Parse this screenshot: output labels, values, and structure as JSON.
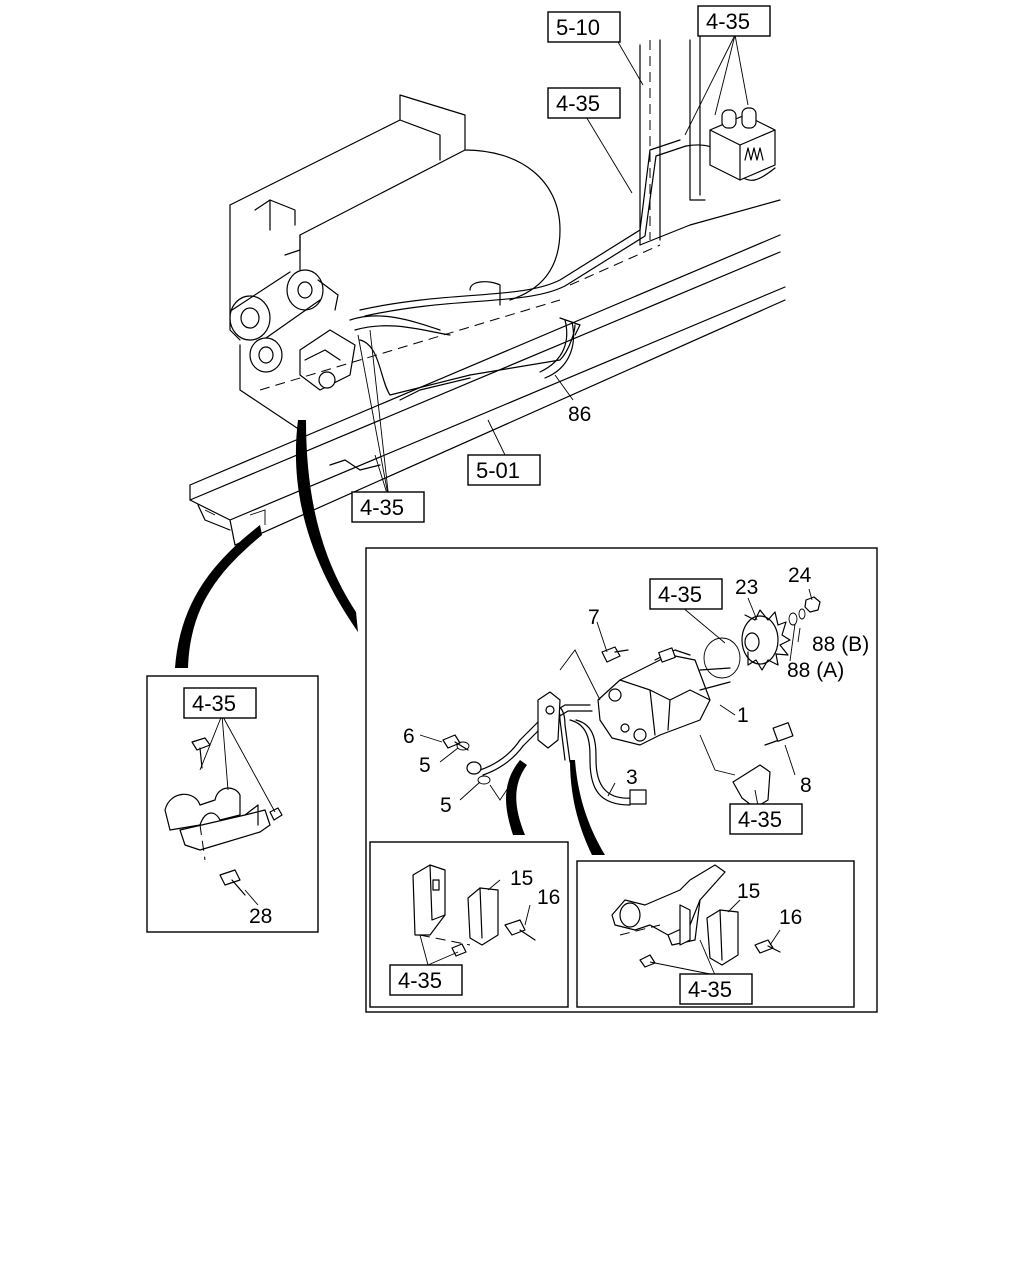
{
  "refs": {
    "r1": "5-10",
    "r2": "4-35",
    "r3": "4-35",
    "r4": "5-01",
    "r5": "4-35",
    "r6": "4-35",
    "r7": "4-35",
    "r8": "4-35",
    "r9": "4-35",
    "r10": "4-35"
  },
  "parts": {
    "p86": "86",
    "p24": "24",
    "p23": "23",
    "p7": "7",
    "p88b": "88 (B)",
    "p88a": "88 (A)",
    "p1": "1",
    "p6": "6",
    "p5a": "5",
    "p5b": "5",
    "p3": "3",
    "p8": "8",
    "p28": "28",
    "p15a": "15",
    "p16a": "16",
    "p15b": "15",
    "p16b": "16"
  }
}
